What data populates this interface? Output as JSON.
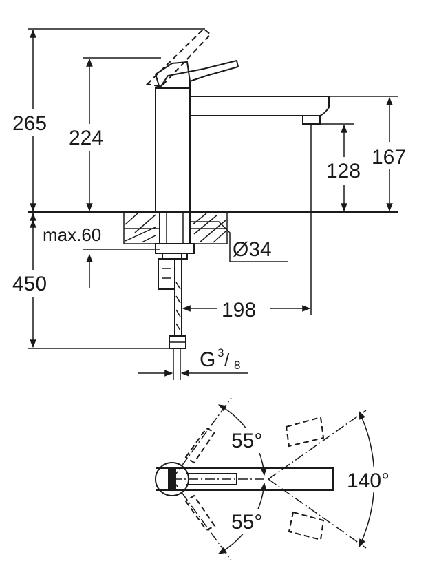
{
  "dimensions": {
    "total_height": "265",
    "lever_height": "224",
    "spout_height": "167",
    "spout_clearance": "128",
    "below_counter": "450",
    "max_thickness": "max.60",
    "hole_diameter": "Ø34",
    "spout_reach": "198",
    "thread_prefix": "G",
    "thread_num": "3",
    "thread_slash": "/",
    "thread_den": "8"
  },
  "angles": {
    "upper": "55°",
    "lower": "55°",
    "total": "140°"
  },
  "colors": {
    "line": "#1a1a1a",
    "background": "#ffffff"
  }
}
